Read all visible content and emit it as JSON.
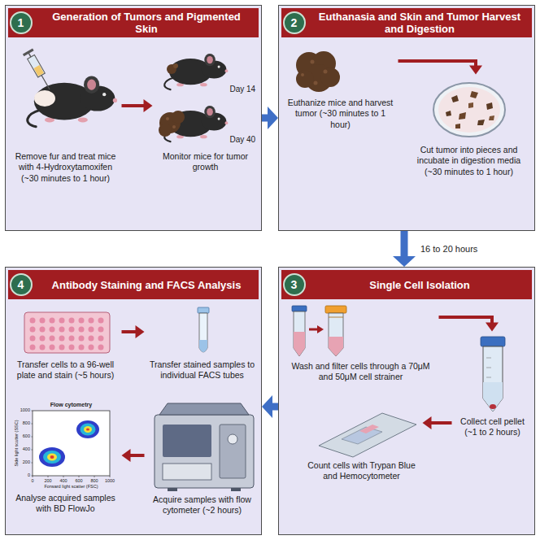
{
  "diagram": {
    "nodes": [
      {
        "text": [
          "Generation of Tumors and Pigmented Skin"
        ]
      },
      {
        "text": [
          "1"
        ],
        "in": 0
      },
      {
        "text": [
          "Remove fur and treat mice with 4-Hydroxytamoxifen (~30 minutes to 1 hour)"
        ],
        "in": 0
      },
      {
        "text": [
          "Day 14",
          "Day 40",
          "Monitor mice for tumor growth"
        ],
        "in": 0
      },
      {
        "text": [
          "Euthanasia and Skin and Tumor Harvest and Digestion"
        ]
      },
      {
        "text": [
          "2"
        ],
        "in": 4
      },
      {
        "text": [
          "Euthanize mice and harvest tumor (~30 minutes to 1 hour)"
        ],
        "in": 4
      },
      {
        "text": [
          "Cut tumor into pieces and incubate in digestion media (~30 minutes to 1 hour)"
        ],
        "in": 4
      },
      {
        "text": [
          "Single Cell Isolation"
        ]
      },
      {
        "text": [
          "3"
        ],
        "in": 8
      },
      {
        "text": [
          "Wash and filter cells through a 70μM and 50μM cell strainer"
        ],
        "in": 8
      },
      {
        "text": [
          "Collect cell pellet (~1 to 2 hours)"
        ],
        "in": 8
      },
      {
        "text": [
          "Count cells with Trypan Blue and Hemocytometer"
        ],
        "in": 8
      },
      {
        "text": [
          "Antibody Staining and FACS Analysis"
        ]
      },
      {
        "text": [
          "4"
        ],
        "in": 13
      },
      {
        "text": [
          "Transfer cells to a 96-well plate and stain (~5 hours)"
        ],
        "in": 13
      },
      {
        "text": [
          "Transfer stained samples to individual FACS tubes"
        ],
        "in": 13
      },
      {
        "text": [
          "Acquire samples with flow cytometer (~2 hours)"
        ],
        "in": 13
      },
      {
        "text": [
          "Analyse acquired samples with BD FlowJo"
        ],
        "in": 13
      }
    ],
    "edges": [
      {
        "from": 2,
        "to": 3,
        "arrow": "to"
      },
      {
        "from": 0,
        "to": 4,
        "arrow": "to"
      },
      {
        "from": 6,
        "to": 7,
        "arrow": "to"
      },
      {
        "from": 4,
        "to": 8,
        "label": "16 to 20 hours",
        "arrow": "to"
      },
      {
        "from": 10,
        "to": 11,
        "arrow": "to"
      },
      {
        "from": 11,
        "to": 12,
        "arrow": "to"
      },
      {
        "from": 8,
        "to": 13,
        "arrow": "to"
      },
      {
        "from": 15,
        "to": 16,
        "arrow": "to"
      },
      {
        "from": 17,
        "to": 18,
        "arrow": "to"
      }
    ],
    "labels": [
      "Flow cytometry",
      "Side light scatter (SSC)",
      "0",
      "200",
      "400",
      "600",
      "800",
      "1000",
      "0",
      "200",
      "400",
      "600",
      "800",
      "1000",
      "Forward light scatter (FSC)"
    ]
  }
}
